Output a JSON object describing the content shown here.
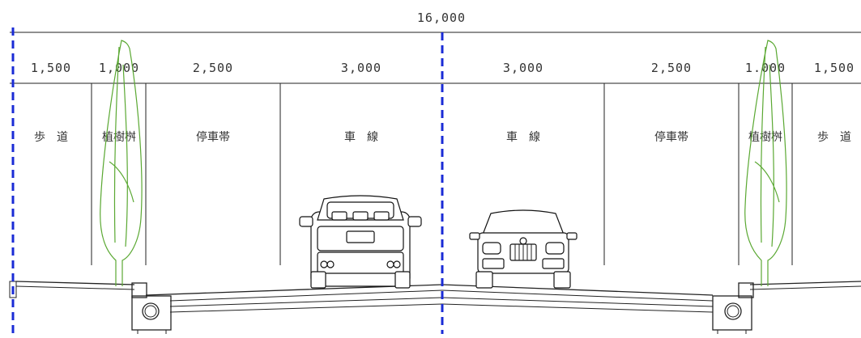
{
  "total_width": "16,000",
  "dimensions": [
    {
      "text": "1,500"
    },
    {
      "text": "1,000"
    },
    {
      "text": "2,500"
    },
    {
      "text": "3,000"
    },
    {
      "text": "3,000"
    },
    {
      "text": "2,500"
    },
    {
      "text": "1.000"
    },
    {
      "text": "1,500"
    }
  ],
  "zones": [
    {
      "text": "歩　道"
    },
    {
      "text": "植樹桝"
    },
    {
      "text": "停車帯"
    },
    {
      "text": "車　線"
    },
    {
      "text": "車　線"
    },
    {
      "text": "停車帯"
    },
    {
      "text": "植樹桝"
    },
    {
      "text": "歩　道"
    }
  ],
  "colors": {
    "centerline": "#1a2bd6",
    "tree": "#5aa832",
    "line": "#222222"
  },
  "icons": [
    "tree-icon",
    "suv-rear-icon",
    "sedan-front-icon"
  ]
}
